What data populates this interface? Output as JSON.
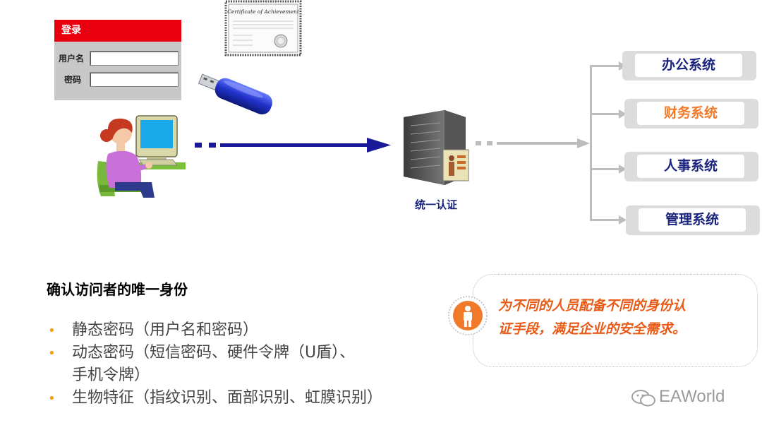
{
  "login": {
    "title": "登录",
    "username_label": "用户名",
    "password_label": "密码"
  },
  "certificate": {
    "title": "Certificate of Achievement"
  },
  "server": {
    "label": "统一认证"
  },
  "systems": [
    {
      "label": "办公系统",
      "color": "#1a237e"
    },
    {
      "label": "财务系统",
      "color": "#f07a2a"
    },
    {
      "label": "人事系统",
      "color": "#1a237e"
    },
    {
      "label": "管理系统",
      "color": "#1a237e"
    }
  ],
  "section": {
    "title": "确认访问者的唯一身份",
    "bullets": [
      {
        "line1": "静态密码（用户名和密码）",
        "line2": ""
      },
      {
        "line1": "动态密码（短信密码、硬件令牌（U盾）、",
        "line2": "手机令牌）"
      },
      {
        "line1": "生物特征（指纹识别、面部识别、虹膜识别）",
        "line2": ""
      }
    ]
  },
  "callout": {
    "line1": "为不同的人员配备不同的身份认",
    "line2": "证手段，满足企业的安全需求。"
  },
  "watermark": {
    "text": "EAWorld"
  },
  "colors": {
    "arrow_main": "#1a1a99",
    "arrow_secondary": "#bdbdbd",
    "accent_orange": "#f07a2a",
    "login_red": "#e8000f"
  }
}
